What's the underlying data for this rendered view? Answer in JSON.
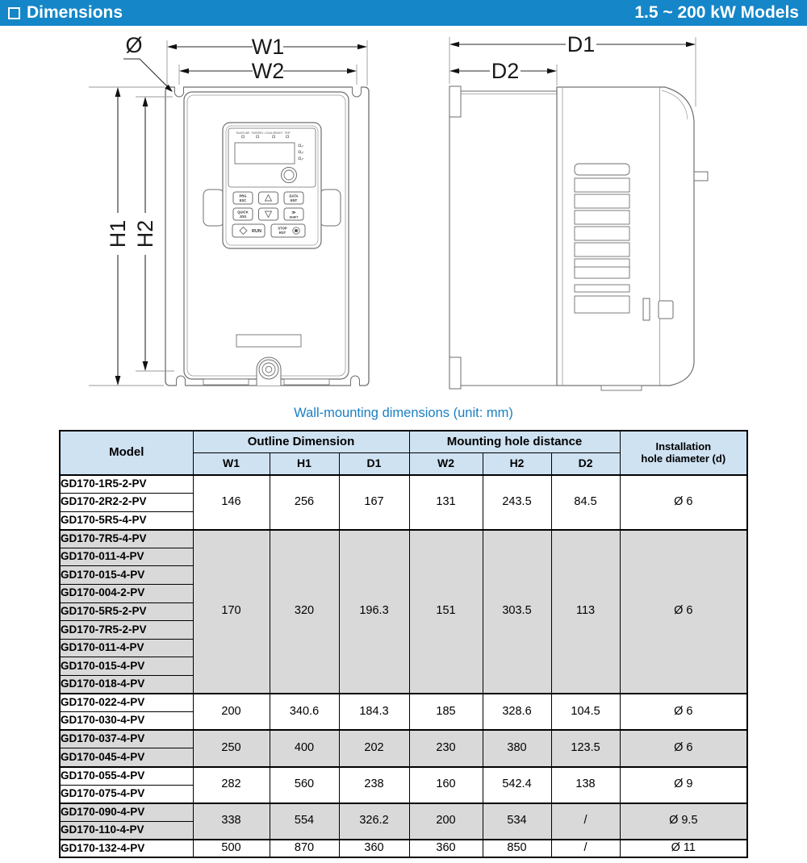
{
  "colors": {
    "accent": "#1586c8",
    "table_header_bg": "#cfe2f2",
    "row_shaded_bg": "#d9d9d9",
    "caption_text": "#1a7fc4"
  },
  "header": {
    "icon": "square-outline-icon",
    "title": "Dimensions",
    "models_range": "1.5 ~ 200 kW Models"
  },
  "caption": "Wall-mounting dimensions (unit: mm)",
  "front_view": {
    "dims": {
      "w1": "W1",
      "w2": "W2",
      "h1": "H1",
      "h2": "H2",
      "hole_dia": "Ø"
    },
    "keypad": {
      "led_labels": [
        "RUN/TUNE",
        "FWD/REV",
        "LOCAL/REMOT",
        "TRIP"
      ],
      "btn_prg": [
        "PRG",
        "ESC"
      ],
      "btn_data": [
        "DATA",
        "ENT"
      ],
      "btn_quick": [
        "QUICK",
        "JOG"
      ],
      "btn_shift": [
        "≫",
        "SHIFT"
      ],
      "btn_run": "RUN",
      "btn_stop": [
        "STOP",
        "RST"
      ],
      "icons": {
        "up": "up-arrow-icon",
        "down": "down-arrow-icon",
        "run": "diamond-icon",
        "stop": "stop-icon",
        "knob": "knob-icon"
      }
    }
  },
  "side_view": {
    "dims": {
      "d1": "D1",
      "d2": "D2"
    }
  },
  "table": {
    "headers": {
      "model": "Model",
      "outline": "Outline Dimension",
      "mounting": "Mounting hole distance",
      "install_line1": "Installation",
      "install_line2": "hole diameter (d)",
      "cols": [
        "W1",
        "H1",
        "D1",
        "W2",
        "H2",
        "D2"
      ]
    },
    "groups": [
      {
        "shaded": false,
        "models": [
          "GD170-1R5-2-PV",
          "GD170-2R2-2-PV",
          "GD170-5R5-4-PV"
        ],
        "values": [
          "146",
          "256",
          "167",
          "131",
          "243.5",
          "84.5"
        ],
        "diameter": "Ø 6"
      },
      {
        "shaded": true,
        "models": [
          "GD170-7R5-4-PV",
          "GD170-011-4-PV",
          "GD170-015-4-PV",
          "GD170-004-2-PV",
          "GD170-5R5-2-PV",
          "GD170-7R5-2-PV",
          "GD170-011-4-PV",
          "GD170-015-4-PV",
          "GD170-018-4-PV"
        ],
        "values": [
          "170",
          "320",
          "196.3",
          "151",
          "303.5",
          "113"
        ],
        "diameter": "Ø 6"
      },
      {
        "shaded": false,
        "models": [
          "GD170-022-4-PV",
          "GD170-030-4-PV"
        ],
        "values": [
          "200",
          "340.6",
          "184.3",
          "185",
          "328.6",
          "104.5"
        ],
        "diameter": "Ø 6"
      },
      {
        "shaded": true,
        "models": [
          "GD170-037-4-PV",
          "GD170-045-4-PV"
        ],
        "values": [
          "250",
          "400",
          "202",
          "230",
          "380",
          "123.5"
        ],
        "diameter": "Ø 6"
      },
      {
        "shaded": false,
        "models": [
          "GD170-055-4-PV",
          "GD170-075-4-PV"
        ],
        "values": [
          "282",
          "560",
          "238",
          "160",
          "542.4",
          "138"
        ],
        "diameter": "Ø 9"
      },
      {
        "shaded": true,
        "models": [
          "GD170-090-4-PV",
          "GD170-110-4-PV"
        ],
        "values": [
          "338",
          "554",
          "326.2",
          "200",
          "534",
          "/"
        ],
        "diameter": "Ø 9.5"
      },
      {
        "shaded": false,
        "models": [
          "GD170-132-4-PV"
        ],
        "values": [
          "500",
          "870",
          "360",
          "360",
          "850",
          "/"
        ],
        "diameter": "Ø 11"
      }
    ]
  }
}
